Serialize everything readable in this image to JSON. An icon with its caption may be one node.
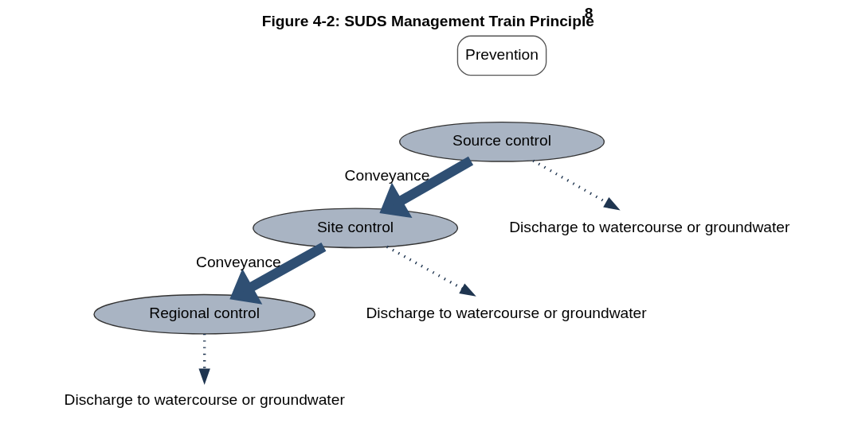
{
  "diagram": {
    "title": "Figure 4-2: SUDS Management Train Principle$^{8}$",
    "nodes": [
      {
        "text": [
          "Prevention"
        ]
      },
      {
        "text": [
          "Source control"
        ]
      },
      {
        "text": [
          "Site control"
        ]
      },
      {
        "text": [
          "Regional control"
        ]
      },
      {
        "text": [
          "Discharge to watercourse or groundwater"
        ]
      },
      {
        "text": [
          "Discharge to watercourse or groundwater"
        ]
      },
      {
        "text": [
          "Discharge to watercourse or groundwater"
        ]
      }
    ],
    "edges": [
      {
        "from": 1,
        "to": 2,
        "arrow": "to",
        "label": "Conveyance",
        "style": "thick"
      },
      {
        "from": 2,
        "to": 3,
        "arrow": "to",
        "label": "Conveyance",
        "style": "thick"
      },
      {
        "from": 1,
        "to": 4,
        "arrow": "to",
        "style": "dashed"
      },
      {
        "from": 2,
        "to": 5,
        "arrow": "to",
        "style": "dashed"
      },
      {
        "from": 3,
        "to": 6,
        "arrow": "to",
        "style": "dashed"
      }
    ]
  }
}
